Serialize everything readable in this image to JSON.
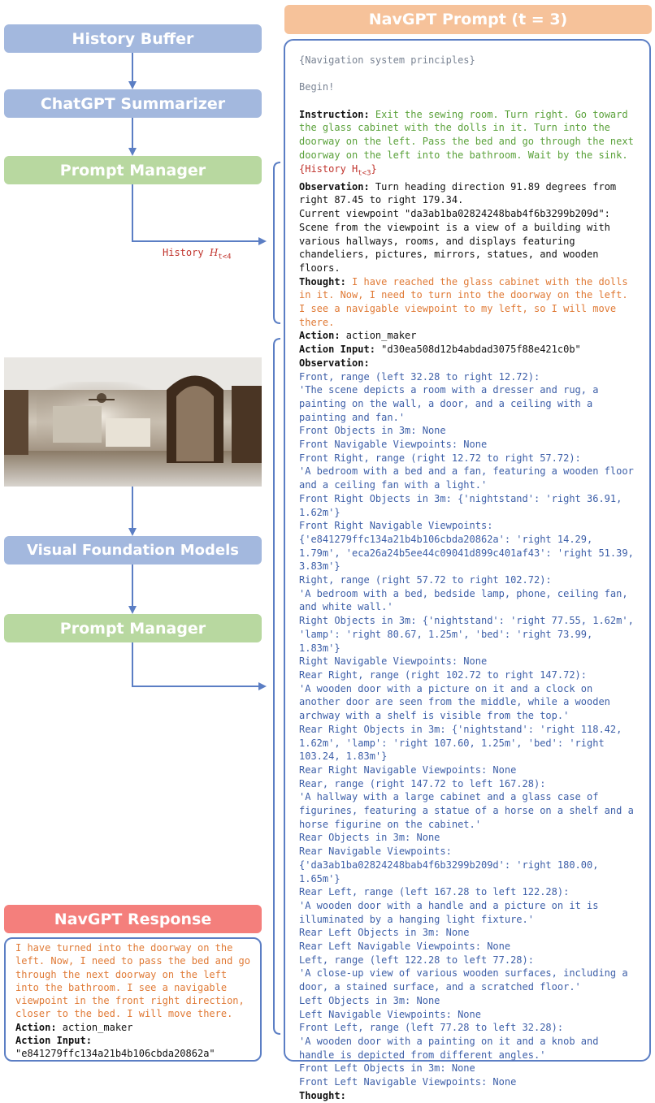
{
  "boxes": {
    "history_buffer": "History Buffer",
    "chatgpt_summarizer": "ChatGPT Summarizer",
    "prompt_manager_1": "Prompt Manager",
    "visual_foundation_models": "Visual Foundation Models",
    "prompt_manager_2": "Prompt Manager",
    "navgpt_response": "NavGPT Response",
    "navgpt_prompt": "NavGPT Prompt (t = 3)"
  },
  "history_label": "History",
  "history_label_sub": "t<4",
  "colors": {
    "blue_box": "#a3b8de",
    "green_box": "#b8d8a0",
    "salmon_box": "#f6c29a",
    "red_box": "#f47f7c",
    "border": "#5b7ec4",
    "green_text": "#5aa13a",
    "orange_text": "#e07a36",
    "blue_text": "#3d5fa8",
    "red_text": "#c0332c"
  },
  "prompt": {
    "principles": "{Navigation system principles}",
    "begin": "Begin!",
    "instruction_key": "Instruction:",
    "instruction_text": "  Exit the sewing room. Turn right. Go toward the glass cabinet with the dolls in it. Turn into the doorway on the left. Pass the bed and go through the next doorway on the left into the bathroom. Wait by the sink.",
    "history_ref": "{History H",
    "history_ref_sub": "t<3",
    "history_ref_close": "}",
    "observation_key": "Observation:",
    "observation_text": " Turn heading direction 91.89 degrees from right 87.45 to right 179.34.",
    "viewpoint_text": "Current viewpoint \"da3ab1ba02824248bab4f6b3299b209d\": Scene from the viewpoint is a view of a building with various hallways, rooms, and displays featuring chandeliers, pictures, mirrors, statues, and wooden floors.",
    "thought_key": "Thought:",
    "thought_text": " I have reached the glass cabinet with the dolls in it. Now, I need to turn into the doorway on the left. I see a navigable viewpoint to my left, so I will move there.",
    "action_key": "Action:",
    "action_text": " action_maker",
    "action_input_key": "Action Input:",
    "action_input_text": " \"d30ea508d12b4abdad3075f88e421c0b\"",
    "observation2_key": "Observation:",
    "observation_lines": [
      "Front, range (left 32.28 to right 12.72):",
      "'The scene depicts a room with a dresser and rug, a painting on the wall, a door, and a ceiling with a painting and fan.'",
      "Front Objects in 3m: None",
      "Front Navigable Viewpoints: None",
      "Front Right, range (right 12.72 to right 57.72):",
      "'A bedroom with a bed and a fan, featuring a wooden floor and a ceiling fan with a light.'",
      "Front Right Objects in 3m: {'nightstand': 'right 36.91, 1.62m'}",
      "Front Right Navigable Viewpoints:{'e841279ffc134a21b4b106cbda20862a': 'right 14.29, 1.79m', 'eca26a24b5ee44c09041d899c401af43': 'right 51.39, 3.83m'}",
      "Right, range (right 57.72 to right 102.72):",
      "'A bedroom with a bed, bedside lamp, phone, ceiling fan, and white wall.'",
      "Right Objects in 3m: {'nightstand': 'right 77.55, 1.62m', 'lamp': 'right 80.67, 1.25m', 'bed': 'right 73.99, 1.83m'}",
      "Right Navigable Viewpoints: None",
      "Rear Right, range (right 102.72 to right 147.72):",
      "'A wooden door with a picture on it and a clock on another door are seen from the middle, while a wooden archway with a shelf is visible from the top.'",
      "Rear Right Objects in 3m: {'nightstand': 'right 118.42, 1.62m', 'lamp': 'right 107.60, 1.25m', 'bed': 'right 103.24, 1.83m'}",
      "Rear Right Navigable Viewpoints: None",
      "Rear, range (right 147.72 to left 167.28):",
      "'A hallway with a large cabinet and a glass case of figurines, featuring a statue of a horse on a shelf and a horse figurine on the cabinet.'",
      "Rear Objects in 3m: None",
      "Rear Navigable Viewpoints:{'da3ab1ba02824248bab4f6b3299b209d': 'right 180.00, 1.65m'}",
      "Rear Left, range (left 167.28 to left 122.28):",
      "'A wooden door with a handle and a picture on it is illuminated by a hanging light fixture.'",
      "Rear Left Objects in 3m: None",
      "Rear Left Navigable Viewpoints: None",
      "Left, range (left 122.28 to left 77.28):",
      "'A close-up view of various wooden surfaces, including a door, a stained surface, and a scratched floor.'",
      "Left Objects in 3m: None",
      "Left Navigable Viewpoints: None",
      "Front Left, range (left 77.28 to left 32.28):",
      "'A wooden door with a painting on it and a knob and handle is depicted from different angles.'",
      "Front Left Objects in 3m: None",
      "Front Left Navigable Viewpoints: None"
    ],
    "final_thought_key": "Thought:"
  },
  "response": {
    "text": "I have turned into the doorway on the left. Now, I need to pass the bed and go through the next doorway on the left into the bathroom. I see a navigable viewpoint in the front right direction, closer to the bed. I will move there.",
    "action_key": "Action:",
    "action_text": " action_maker",
    "action_input_key": "Action Input:",
    "action_input_text": "\"e841279ffc134a21b4b106cbda20862a\""
  }
}
